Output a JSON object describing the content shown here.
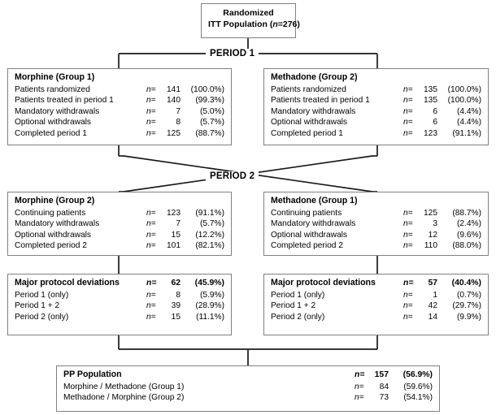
{
  "diagram": {
    "title": "CONSORT participant flow diagram",
    "colors": {
      "border": "#808080",
      "line": "#1a1a1a",
      "text": "#000000",
      "background": "#ffffff"
    },
    "band_labels": {
      "period1": "PERIOD 1",
      "period2": "PERIOD 2"
    }
  },
  "top_box": {
    "line1": "Randomized",
    "line2_prefix": "ITT Population (",
    "line2_italic": "n",
    "line2_suffix": "=276)",
    "line2_full": "ITT Population (n=276)"
  },
  "period1": {
    "label": "PERIOD 1",
    "left": {
      "header": "Morphine (Group 1)",
      "header_neq": "",
      "header_num": "",
      "header_pct": "",
      "rows": [
        {
          "label": "Patients randomized",
          "neq": "n=",
          "num": "141",
          "pct": "(100.0%)"
        },
        {
          "label": "Patients treated in period 1",
          "neq": "n=",
          "num": "140",
          "pct": "(99.3%)"
        },
        {
          "label": "Mandatory withdrawals",
          "neq": "n=",
          "num": "7",
          "pct": "(5.0%)"
        },
        {
          "label": "Optional withdrawals",
          "neq": "n=",
          "num": "8",
          "pct": "(5.7%)"
        },
        {
          "label": "Completed period 1",
          "neq": "n=",
          "num": "125",
          "pct": "(88.7%)"
        }
      ]
    },
    "right": {
      "header": "Methadone (Group 2)",
      "rows": [
        {
          "label": "Patients randomized",
          "neq": "n=",
          "num": "135",
          "pct": "(100.0%)"
        },
        {
          "label": "Patients treated in period 1",
          "neq": "n=",
          "num": "135",
          "pct": "(100.0%)"
        },
        {
          "label": "Mandatory withdrawals",
          "neq": "n=",
          "num": "6",
          "pct": "(4.4%)"
        },
        {
          "label": "Optional withdrawals",
          "neq": "n=",
          "num": "6",
          "pct": "(4.4%)"
        },
        {
          "label": "Completed period 1",
          "neq": "n=",
          "num": "123",
          "pct": "(91.1%)"
        }
      ]
    }
  },
  "period2": {
    "label": "PERIOD 2",
    "left": {
      "header": "Morphine (Group 2)",
      "rows": [
        {
          "label": "Continuing patients",
          "neq": "n=",
          "num": "123",
          "pct": "(91.1%)"
        },
        {
          "label": "Mandatory withdrawals",
          "neq": "n=",
          "num": "7",
          "pct": "(5.7%)"
        },
        {
          "label": "Optional withdrawals",
          "neq": "n=",
          "num": "15",
          "pct": "(12.2%)"
        },
        {
          "label": "Completed period 2",
          "neq": "n=",
          "num": "101",
          "pct": "(82.1%)"
        }
      ]
    },
    "right": {
      "header": "Methadone (Group 1)",
      "rows": [
        {
          "label": "Continuing patients",
          "neq": "n=",
          "num": "125",
          "pct": "(88.7%)"
        },
        {
          "label": "Mandatory withdrawals",
          "neq": "n=",
          "num": "3",
          "pct": "(2.4%)"
        },
        {
          "label": "Optional withdrawals",
          "neq": "n=",
          "num": "12",
          "pct": "(9.6%)"
        },
        {
          "label": "Completed period 2",
          "neq": "n=",
          "num": "110",
          "pct": "(88.0%)"
        }
      ]
    }
  },
  "deviations": {
    "left": {
      "header": "Major protocol deviations",
      "header_neq": "n=",
      "header_num": "62",
      "header_pct": "(45.9%)",
      "rows": [
        {
          "label": "Period 1 (only)",
          "neq": "n=",
          "num": "8",
          "pct": "(5.9%)"
        },
        {
          "label": "Period 1 + 2",
          "neq": "n=",
          "num": "39",
          "pct": "(28.9%)"
        },
        {
          "label": "Period 2 (only)",
          "neq": "n=",
          "num": "15",
          "pct": "(11.1%)"
        }
      ]
    },
    "right": {
      "header": "Major protocol deviations",
      "header_neq": "n=",
      "header_num": "57",
      "header_pct": "(40.4%)",
      "rows": [
        {
          "label": "Period 1 (only)",
          "neq": "n=",
          "num": "1",
          "pct": "(0.7%)"
        },
        {
          "label": "Period 1 + 2",
          "neq": "n=",
          "num": "42",
          "pct": "(29.7%)"
        },
        {
          "label": "Period 2 (only)",
          "neq": "n=",
          "num": "14",
          "pct": "(9.9%)"
        }
      ]
    }
  },
  "pp_population": {
    "header": "PP Population",
    "header_neq": "n=",
    "header_num": "157",
    "header_pct": "(56.9%)",
    "rows": [
      {
        "label": "Morphine / Methadone  (Group 1)",
        "neq": "n=",
        "num": "84",
        "pct": "(59.6%)"
      },
      {
        "label": "Methadone / Morphine  (Group 2)",
        "neq": "n=",
        "num": "73",
        "pct": "(54.1%)"
      }
    ]
  }
}
